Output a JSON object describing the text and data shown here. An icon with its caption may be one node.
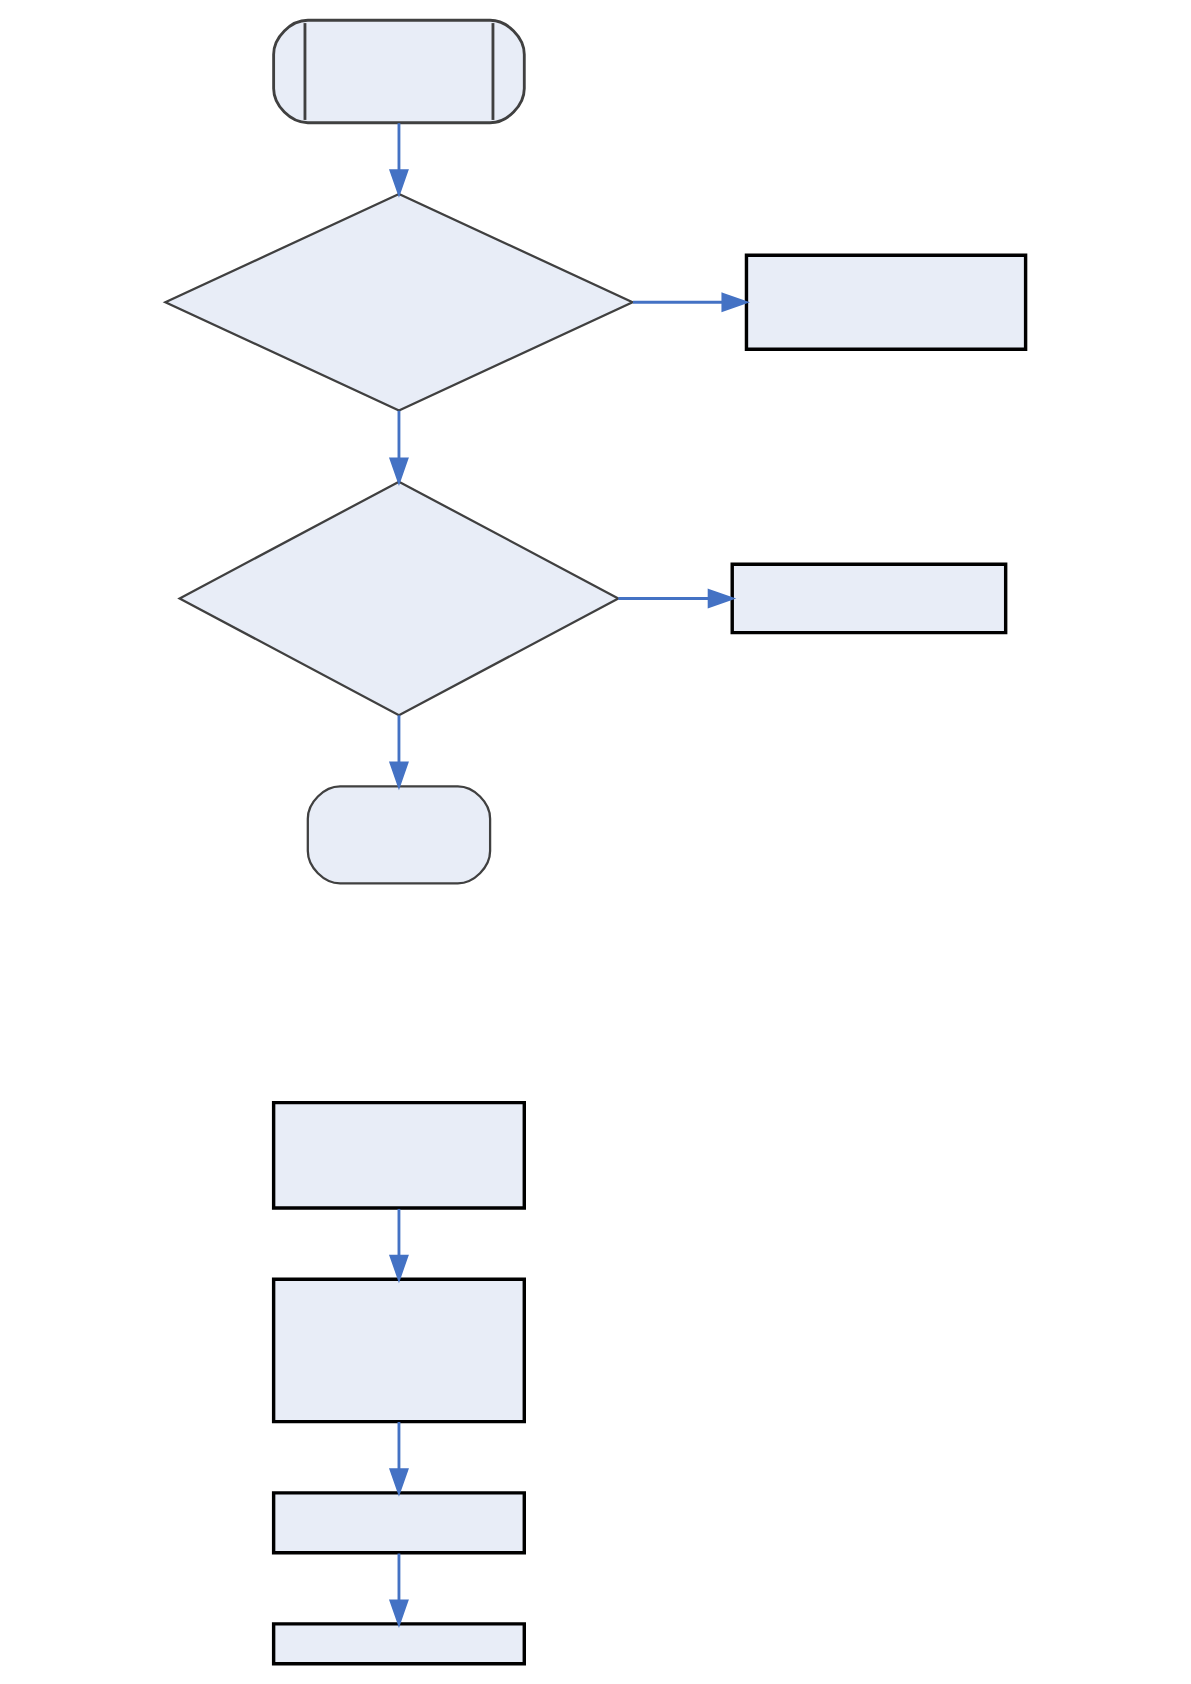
{
  "diagram": {
    "nodes": [
      {
        "text": [],
        "shape": "capsule"
      },
      {
        "text": [],
        "shape": "diamond"
      },
      {
        "text": [],
        "shape": "box"
      },
      {
        "text": [],
        "shape": "diamond"
      },
      {
        "text": [],
        "shape": "box"
      },
      {
        "text": [],
        "shape": "oval"
      },
      {
        "text": [],
        "shape": "box"
      },
      {
        "text": [],
        "shape": "box"
      },
      {
        "text": [],
        "shape": "box"
      },
      {
        "text": [],
        "shape": "box"
      }
    ],
    "edges": [
      {
        "from": 0,
        "to": 1,
        "arrow": "to"
      },
      {
        "from": 1,
        "to": 2,
        "arrow": "to"
      },
      {
        "from": 1,
        "to": 3,
        "arrow": "to"
      },
      {
        "from": 3,
        "to": 4,
        "arrow": "to"
      },
      {
        "from": 3,
        "to": 5,
        "arrow": "to"
      },
      {
        "from": 6,
        "to": 7,
        "arrow": "to"
      },
      {
        "from": 7,
        "to": 8,
        "arrow": "to"
      },
      {
        "from": 8,
        "to": 9,
        "arrow": "to"
      }
    ]
  }
}
